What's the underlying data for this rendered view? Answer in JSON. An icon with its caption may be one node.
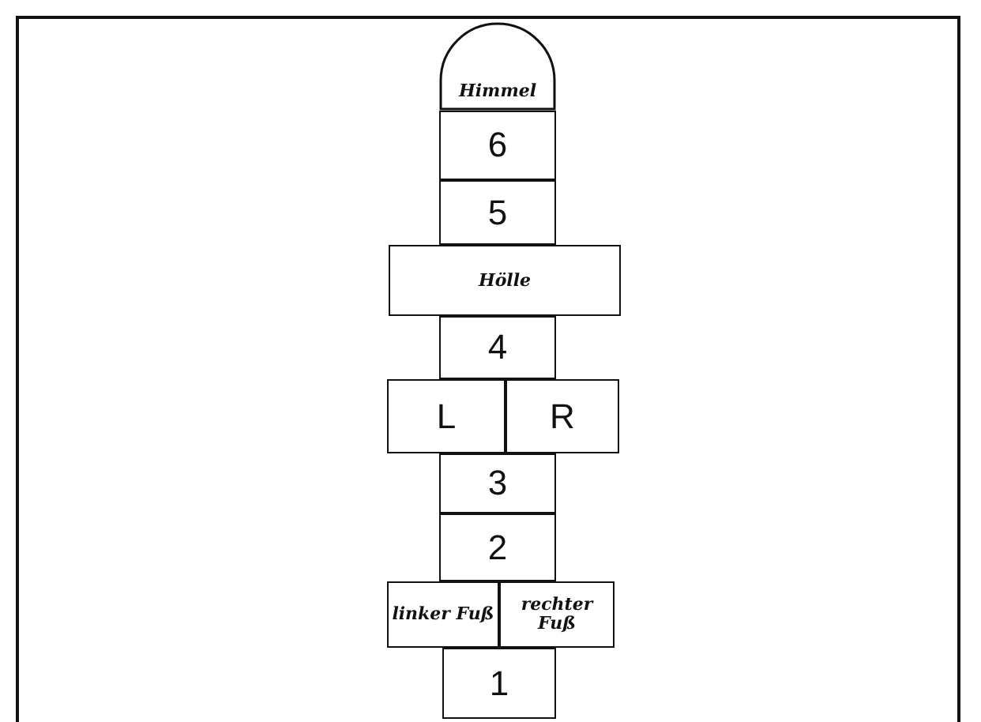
{
  "diagram": {
    "nodes": [
      {
        "text": [
          "Himmel"
        ]
      },
      {
        "text": [
          "6"
        ]
      },
      {
        "text": [
          "5"
        ]
      },
      {
        "text": [
          "Hölle"
        ]
      },
      {
        "text": [
          "4"
        ]
      },
      {
        "text": [
          "L"
        ]
      },
      {
        "text": [
          "R"
        ]
      },
      {
        "text": [
          "3"
        ]
      },
      {
        "text": [
          "2"
        ]
      },
      {
        "text": [
          "linker Fuß"
        ]
      },
      {
        "text": [
          "rechter Fuß"
        ]
      },
      {
        "text": [
          "1"
        ]
      }
    ]
  }
}
